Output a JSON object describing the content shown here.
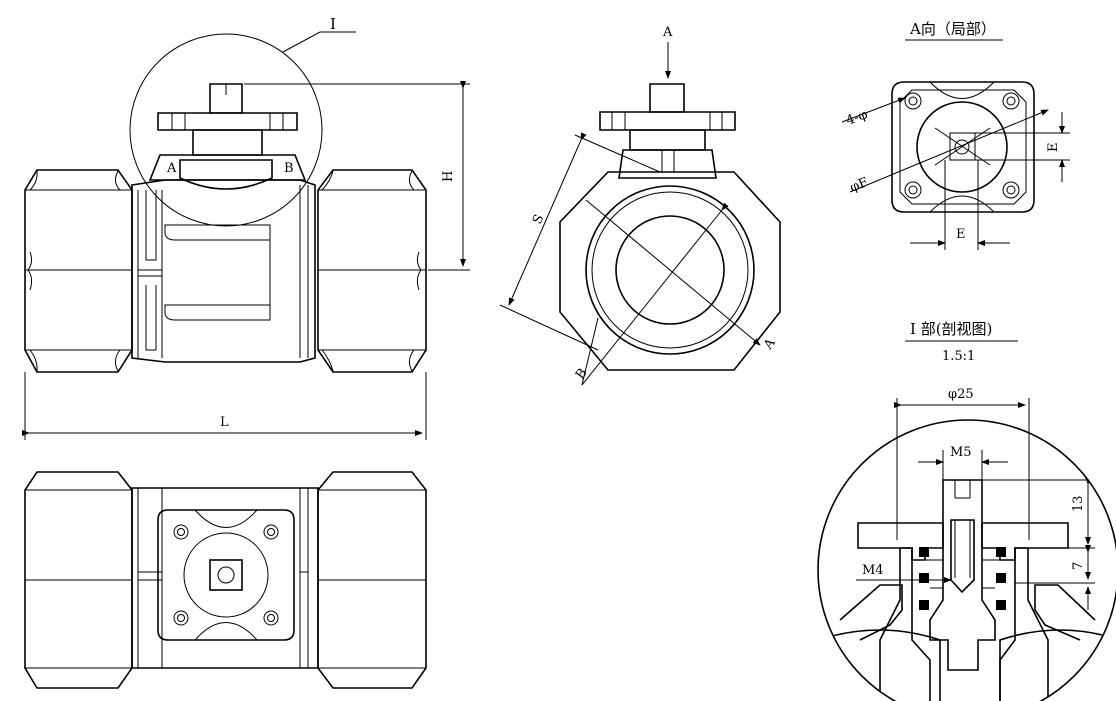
{
  "labels": {
    "detail_marker": "I",
    "dim_height": "H",
    "dim_length": "L",
    "port_left": "A",
    "port_right": "B",
    "view_arrow": "A",
    "dim_across_flats": "S",
    "section_B": "B",
    "section_A": "A",
    "view_a_title": "A向（局部）",
    "hole_count": "4-φ",
    "hole_dia": "φF",
    "dim_e_vertical": "E",
    "dim_e_horizontal": "E",
    "section_title": "I 部(剖视图)",
    "scale": "1.5:1",
    "dia_25": "φ25",
    "thread_m5": "M5",
    "thread_m4": "M4",
    "dim_13": "13",
    "dim_7": "7"
  }
}
